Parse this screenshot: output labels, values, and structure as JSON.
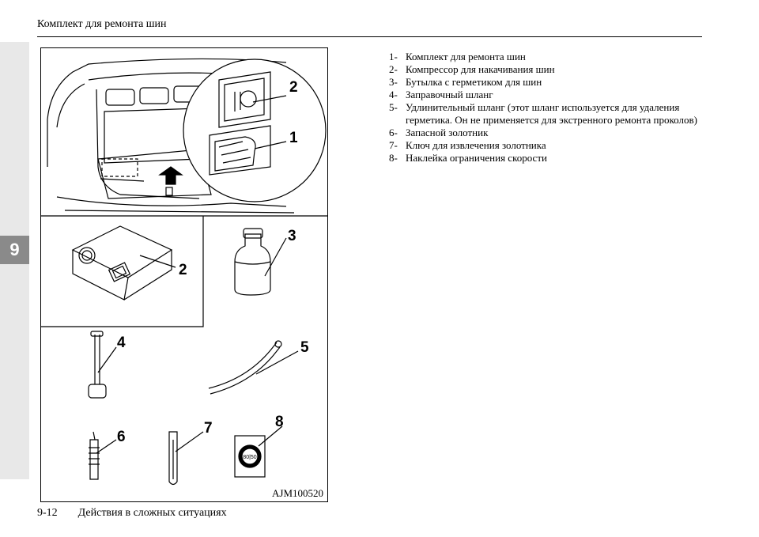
{
  "header": {
    "title": "Комплект для ремонта шин"
  },
  "chapter_tab": "9",
  "footer": {
    "page_number": "9-12",
    "section": "Действия в сложных ситуациях"
  },
  "figure": {
    "code": "AJM100520",
    "callouts": [
      "1",
      "2",
      "2",
      "3",
      "4",
      "5",
      "6",
      "7",
      "8"
    ],
    "sticker_text": "80|50"
  },
  "parts_list": [
    {
      "num": "1-",
      "text": "Комплект для ремонта шин"
    },
    {
      "num": "2-",
      "text": "Компрессор для накачивания шин"
    },
    {
      "num": "3-",
      "text": "Бутылка с герметиком для шин"
    },
    {
      "num": "4-",
      "text": "Заправочный шланг"
    },
    {
      "num": "5-",
      "text": "Удлинительный шланг (этот шланг используется для удаления герметика. Он не применяется для экстренного ремонта проколов)"
    },
    {
      "num": "6-",
      "text": "Запасной золотник"
    },
    {
      "num": "7-",
      "text": "Ключ для извлечения золотника"
    },
    {
      "num": "8-",
      "text": "Наклейка ограничения скорости"
    }
  ]
}
